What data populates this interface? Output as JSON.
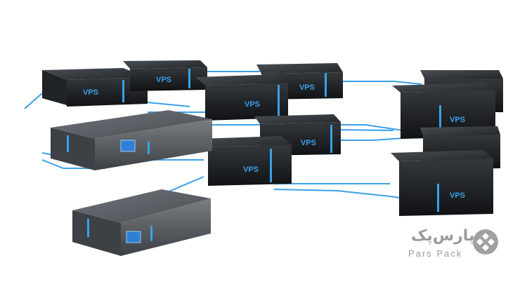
{
  "server_label": "VPS",
  "logo": {
    "persian": "پارس‌پک",
    "english": "Pars Pack"
  },
  "colors": {
    "link": "#3aa0e8",
    "server_dark": "#1b1d20",
    "server_grey": "#5a5e63",
    "logo_grey": "#a0a0a0"
  }
}
